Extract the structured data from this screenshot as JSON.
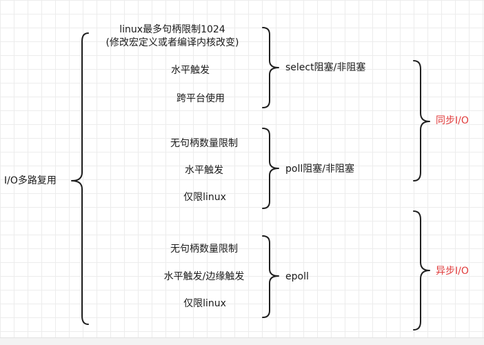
{
  "root": {
    "label": "I/O多路复用"
  },
  "groups": {
    "select": {
      "label": "select阻塞/非阻塞",
      "features": [
        "linux最多句柄限制1024\n(修改宏定义或者编译内核改变)",
        "水平触发",
        "跨平台使用"
      ]
    },
    "poll": {
      "label": "poll阻塞/非阻塞",
      "features": [
        "无句柄数量限制",
        "水平触发",
        "仅限linux"
      ]
    },
    "epoll": {
      "label": "epoll",
      "features": [
        "无句柄数量限制",
        "水平触发/边缘触发",
        "仅限linux"
      ]
    }
  },
  "categories": {
    "sync": {
      "label": "同步I/O",
      "color": "#e03a3a"
    },
    "async": {
      "label": "异步I/O",
      "color": "#e03a3a"
    }
  }
}
